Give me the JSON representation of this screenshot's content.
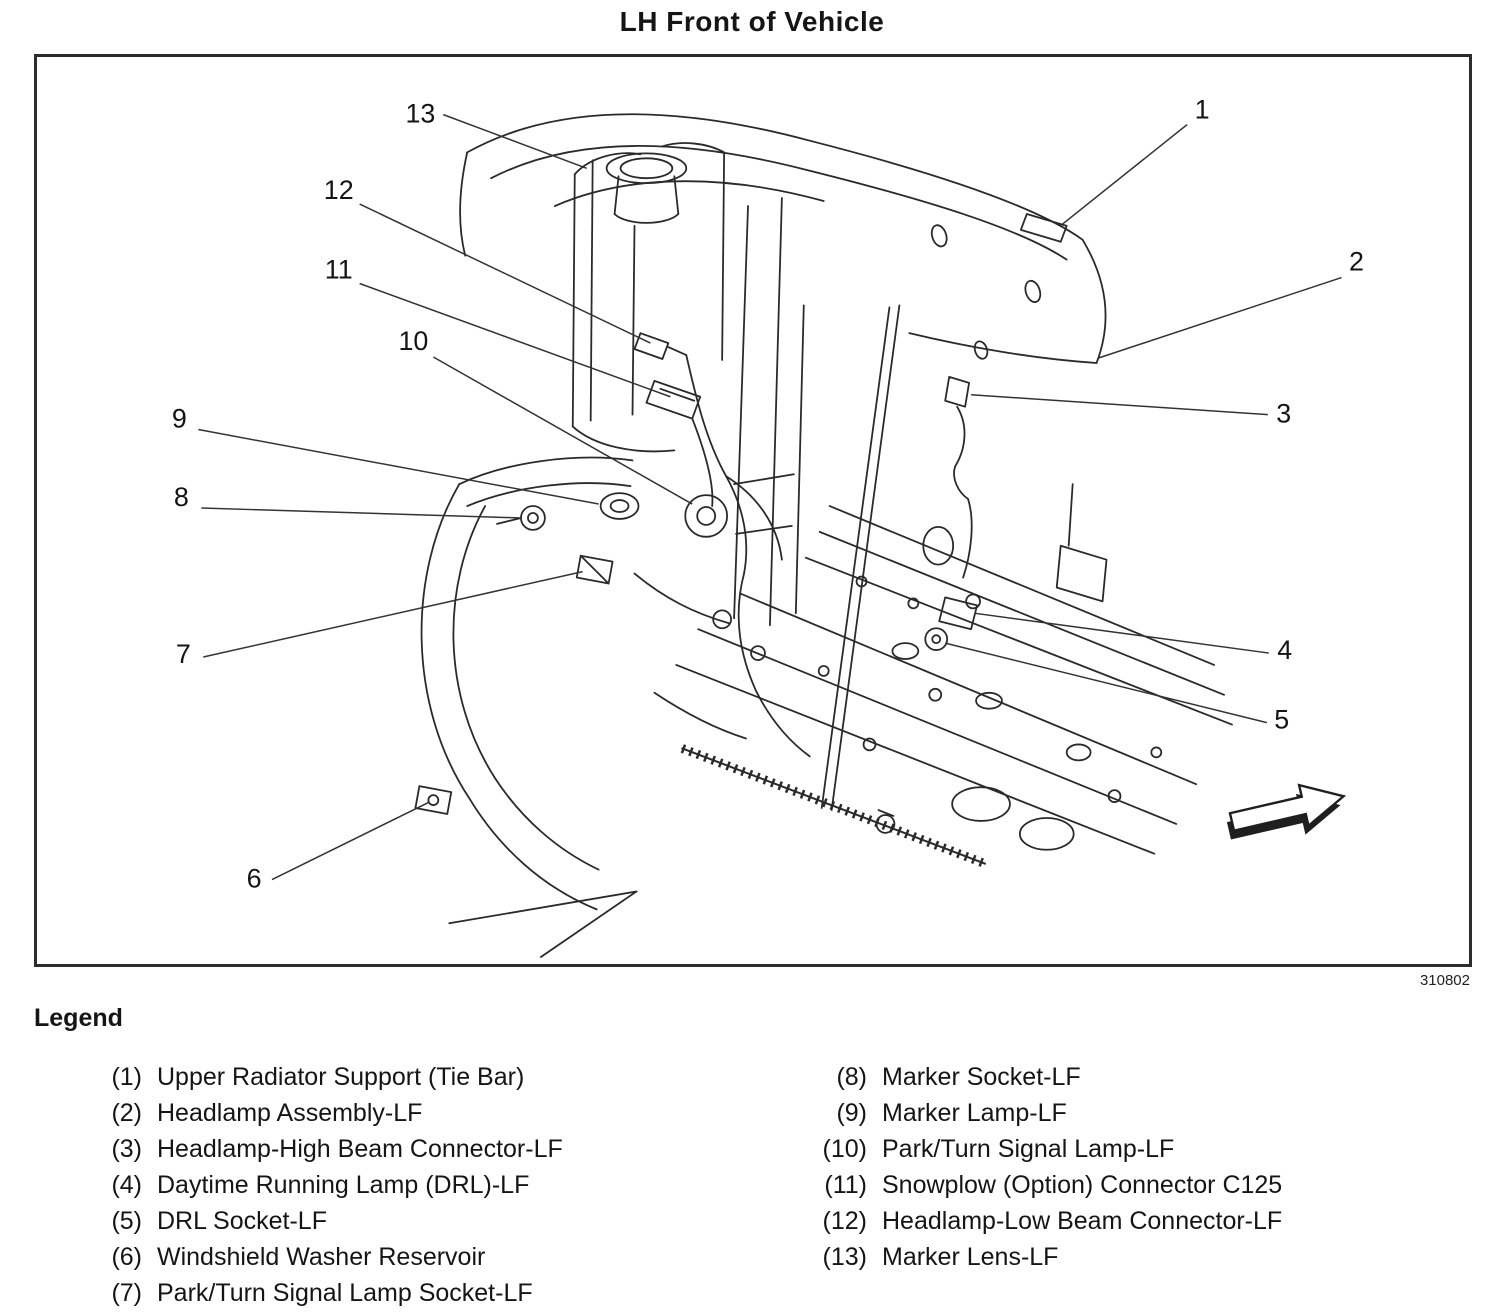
{
  "page": {
    "title": "LH Front of Vehicle",
    "figure_number": "310802"
  },
  "colors": {
    "ink": "#2a2a2a",
    "background": "#ffffff"
  },
  "callouts": [
    {
      "num": "1"
    },
    {
      "num": "2"
    },
    {
      "num": "3"
    },
    {
      "num": "4"
    },
    {
      "num": "5"
    },
    {
      "num": "6"
    },
    {
      "num": "7"
    },
    {
      "num": "8"
    },
    {
      "num": "9"
    },
    {
      "num": "10"
    },
    {
      "num": "11"
    },
    {
      "num": "12"
    },
    {
      "num": "13"
    }
  ],
  "legend": {
    "heading": "Legend",
    "left_items": [
      {
        "num": "(1)",
        "label": "Upper Radiator Support (Tie Bar)"
      },
      {
        "num": "(2)",
        "label": "Headlamp Assembly-LF"
      },
      {
        "num": "(3)",
        "label": "Headlamp-High Beam Connector-LF"
      },
      {
        "num": "(4)",
        "label": "Daytime Running Lamp (DRL)-LF"
      },
      {
        "num": "(5)",
        "label": "DRL Socket-LF"
      },
      {
        "num": "(6)",
        "label": "Windshield Washer Reservoir"
      },
      {
        "num": "(7)",
        "label": "Park/Turn Signal Lamp Socket-LF"
      }
    ],
    "right_items": [
      {
        "num": "(8)",
        "label": "Marker Socket-LF"
      },
      {
        "num": "(9)",
        "label": "Marker Lamp-LF"
      },
      {
        "num": "(10)",
        "label": "Park/Turn Signal Lamp-LF"
      },
      {
        "num": "(11)",
        "label": "Snowplow (Option) Connector C125"
      },
      {
        "num": "(12)",
        "label": "Headlamp-Low Beam Connector-LF"
      },
      {
        "num": "(13)",
        "label": "Marker Lens-LF"
      }
    ]
  }
}
